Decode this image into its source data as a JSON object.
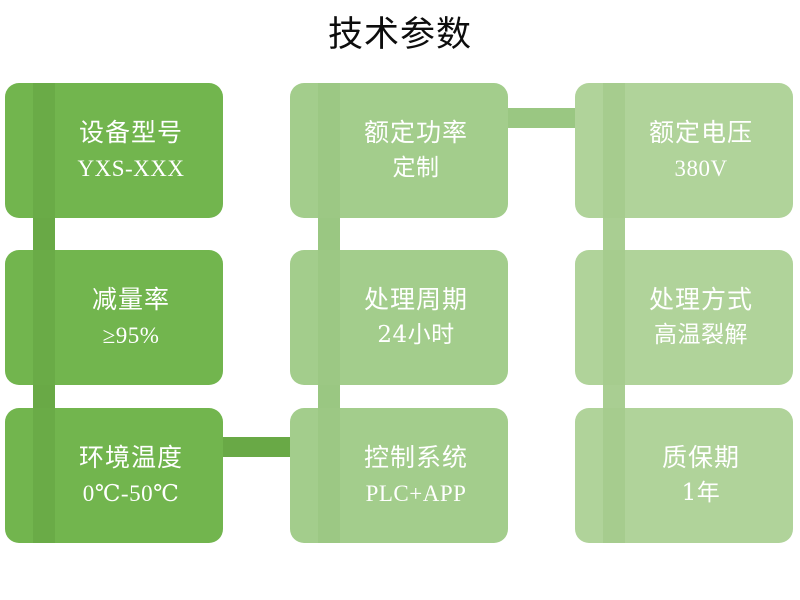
{
  "page": {
    "title": "技术参数",
    "background": "#ffffff",
    "title_color": "#0d0d0d"
  },
  "palette": {
    "column1": "#72b54e",
    "column2": "#a3cd8c",
    "column3": "#b0d39a",
    "connector1": "#69a946",
    "connector2": "#9ac782",
    "connector3": "#a9ce92",
    "inner_tab1": "#6aab47",
    "inner_tab2": "#9cc884",
    "inner_tab3": "#a6cc8e",
    "text": "#ffffff"
  },
  "cards": [
    {
      "id": "device-model",
      "title": "设备型号",
      "value": "YXS-XXX",
      "column": 1,
      "row": 1,
      "value_cjk": false
    },
    {
      "id": "rated-power",
      "title": "额定功率",
      "value": "定制",
      "column": 2,
      "row": 1,
      "value_cjk": true
    },
    {
      "id": "rated-voltage",
      "title": "额定电压",
      "value": "380V",
      "column": 3,
      "row": 1,
      "value_cjk": false
    },
    {
      "id": "reduction-rate",
      "title": "减量率",
      "value": "≥95%",
      "column": 1,
      "row": 2,
      "value_cjk": false
    },
    {
      "id": "treatment-cycle",
      "title": "处理周期",
      "value": "24小时",
      "column": 2,
      "row": 2,
      "value_cjk": true
    },
    {
      "id": "treatment-method",
      "title": "处理方式",
      "value": "高温裂解",
      "column": 3,
      "row": 2,
      "value_cjk": true
    },
    {
      "id": "ambient-temp",
      "title": "环境温度",
      "value": "0℃-50℃",
      "column": 1,
      "row": 3,
      "value_cjk": false
    },
    {
      "id": "control-system",
      "title": "控制系统",
      "value": "PLC+APP",
      "column": 2,
      "row": 3,
      "value_cjk": false
    },
    {
      "id": "warranty-period",
      "title": "质保期",
      "value": "1年",
      "column": 3,
      "row": 3,
      "value_cjk": true
    }
  ],
  "connectors": [
    {
      "id": "col1-row1-row2",
      "orientation": "vertical",
      "color_key": "connector1"
    },
    {
      "id": "col1-row2-row3",
      "orientation": "vertical",
      "color_key": "connector1"
    },
    {
      "id": "col2-row1-row2",
      "orientation": "vertical",
      "color_key": "connector2"
    },
    {
      "id": "col2-row2-row3",
      "orientation": "vertical",
      "color_key": "connector2"
    },
    {
      "id": "col3-row1-row2",
      "orientation": "vertical",
      "color_key": "connector3"
    },
    {
      "id": "col3-row2-row3",
      "orientation": "vertical",
      "color_key": "connector3"
    },
    {
      "id": "row1-col2-col3",
      "orientation": "horizontal",
      "color_key": "connector2"
    },
    {
      "id": "row3-col1-col2",
      "orientation": "horizontal",
      "color_key": "connector1"
    }
  ]
}
